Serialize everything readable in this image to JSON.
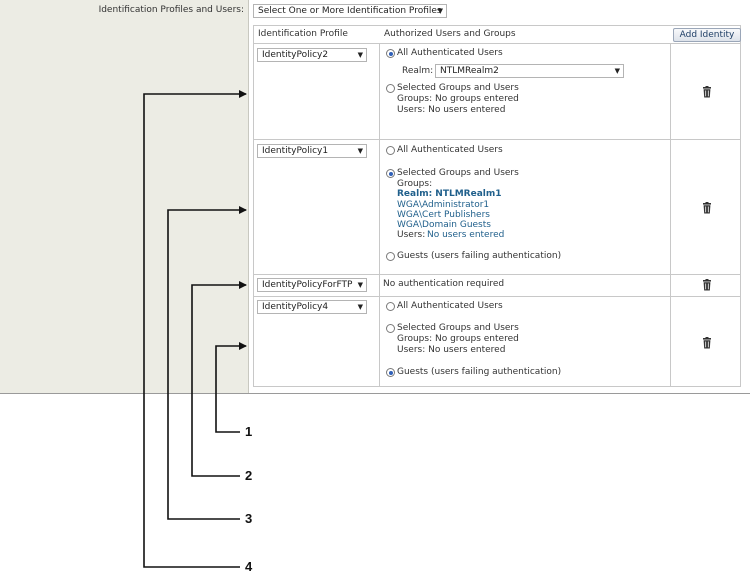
{
  "form": {
    "label": "Identification Profiles and Users:",
    "profiles_select": "Select One or More Identification Profiles"
  },
  "table": {
    "col_profile": "Identification Profile",
    "col_users": "Authorized Users and Groups",
    "add_button": "Add Identity",
    "rows": [
      {
        "profile": "IdentityPolicy2",
        "all_auth": "All Authenticated Users",
        "realm_label": "Realm:",
        "realm_value": "NTLMRealm2",
        "selected_groups": "Selected Groups and Users",
        "groups_line": "Groups: No groups entered",
        "users_line": "Users: No users entered"
      },
      {
        "profile": "IdentityPolicy1",
        "all_auth": "All Authenticated Users",
        "selected_groups": "Selected Groups and Users",
        "groups_label": "Groups:",
        "realm_line": "Realm: NTLMRealm1",
        "groups": [
          "WGA\\Administrator1",
          "WGA\\Cert Publishers",
          "WGA\\Domain Guests"
        ],
        "users_label": "Users:",
        "users_value": "No users entered",
        "guests": "Guests (users failing authentication)"
      },
      {
        "profile": "IdentityPolicyForFTP",
        "no_auth": "No authentication required"
      },
      {
        "profile": "IdentityPolicy4",
        "all_auth": "All Authenticated Users",
        "selected_groups": "Selected Groups and Users",
        "groups_line": "Groups: No groups entered",
        "users_line": "Users: No users entered",
        "guests": "Guests (users failing authentication)"
      }
    ]
  },
  "callouts": [
    "1",
    "2",
    "3",
    "4"
  ]
}
